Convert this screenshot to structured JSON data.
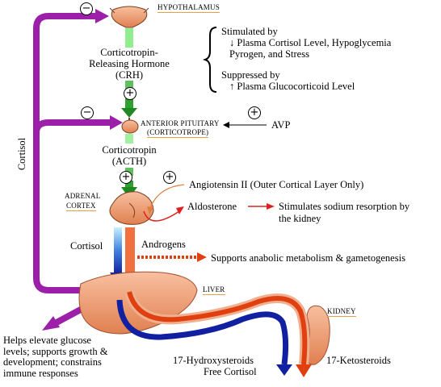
{
  "labels": {
    "hypothalamus": "HYPOTHALAMUS",
    "crh_line1": "Corticotropin-",
    "crh_line2": "Releasing Hormone",
    "crh_line3": "(CRH)",
    "stimulated_title": "Stimulated by",
    "stimulated_line1": "↓ Plasma Cortisol Level, Hypoglycemia",
    "stimulated_line2": "Pyrogen, and Stress",
    "suppressed_title": "Suppressed by",
    "suppressed_line1": "↑ Plasma Glucocorticoid Level",
    "anterior_line1": "ANTERIOR PITUITARY",
    "anterior_line2": "(CORTICOTROPE)",
    "avp": "AVP",
    "acth_line1": "Corticotropin",
    "acth_line2": "(ACTH)",
    "cortisol_vertical": "Cortisol",
    "adrenal_line1": "ADRENAL",
    "adrenal_line2": "CORTEX",
    "angiotensin": "Angiotensin II (Outer Cortical Layer Only)",
    "aldosterone": "Aldosterone",
    "sodium_line1": "Stimulates sodium resorption by",
    "sodium_line2": "the kidney",
    "cortisol_adrenal": "Cortisol",
    "androgens": "Androgens",
    "anabolic": "Supports anabolic metabolism & gametogenesis",
    "liver": "LIVER",
    "kidney": "KIDNEY",
    "helps_line1": "Helps elevate glucose",
    "helps_line2": "levels; supports growth &",
    "helps_line3": "development; constrains",
    "helps_line4": "immune responses",
    "hydroxy": "17-Hydroxysteroids",
    "free_cortisol": "Free Cortisol",
    "keto": "17-Ketosteroids"
  },
  "signs": {
    "hypothalamus_feedback": "⊖",
    "pituitary_feedback": "⊖",
    "crh_stim": "+",
    "avp_stim": "+",
    "acth_stim": "+",
    "angiotensin_stim": "+"
  },
  "colors": {
    "cortisol_feedback": "#9b1fa8",
    "crh_arrow": "#33aa33",
    "organ": "#f4a070",
    "blue_path": "#1020a0",
    "red_path": "#e04010",
    "aldosterone_arrow": "#e02020",
    "underline": "#e8a040"
  }
}
